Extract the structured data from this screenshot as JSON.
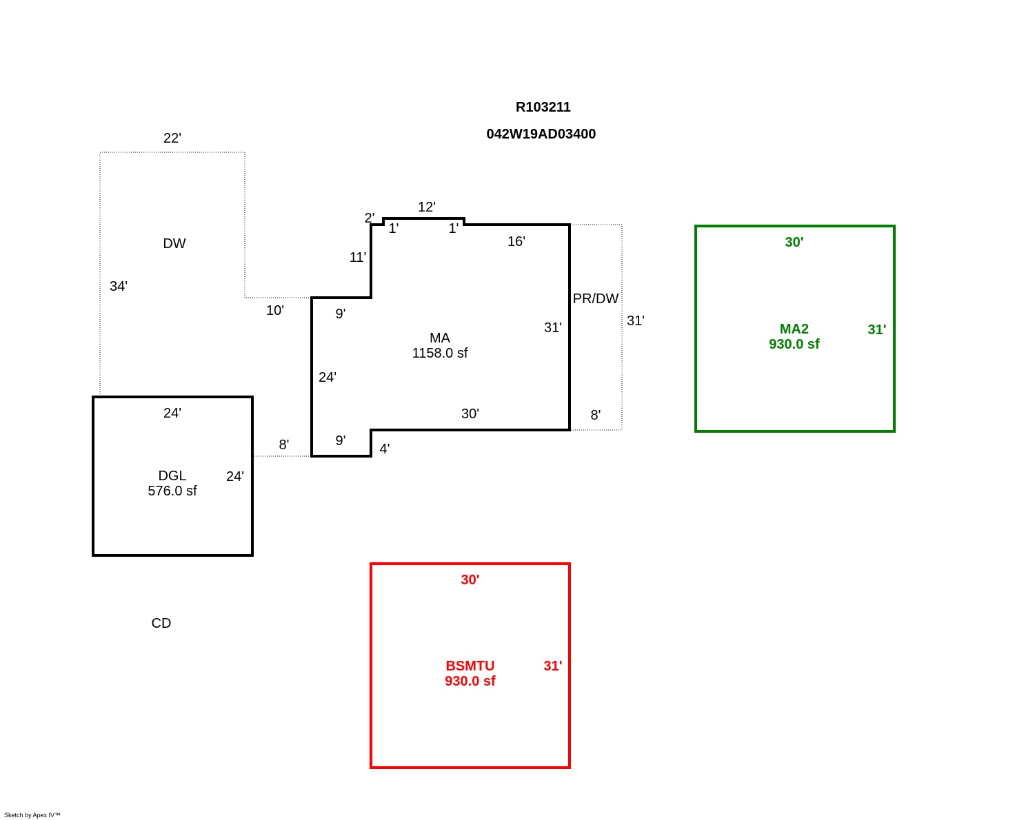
{
  "header": {
    "account": "R103211",
    "map_tax_lot": "042W19AD03400"
  },
  "footer": {
    "credit": "Sketch by Apex IV™"
  },
  "colors": {
    "outline": "#000000",
    "ma2": "#008000",
    "bsmtu": "#ff0000"
  },
  "areas": {
    "dw": {
      "label": "DW",
      "dims": {
        "top": "22'",
        "left": "34'",
        "bottom": "10'"
      }
    },
    "ma": {
      "label": "MA",
      "area": "1158.0 sf",
      "dims": {
        "notch_left": "2'",
        "notch_top": "12'",
        "notch_in_left": "1'",
        "notch_in_right": "1'",
        "top_right": "16'",
        "upper_left": "11'",
        "step_top": "9'",
        "left": "24'",
        "step_bottom": "9'",
        "bottom_left": "4'",
        "bottom": "30'",
        "right": "31'"
      }
    },
    "prdw": {
      "label": "PR/DW",
      "dims": {
        "right": "31'",
        "bottom": "8'"
      }
    },
    "dgl": {
      "label": "DGL",
      "area": "576.0 sf",
      "dims": {
        "top": "24'",
        "right": "24'",
        "connector": "8'"
      }
    },
    "ma2": {
      "label": "MA2",
      "area": "930.0 sf",
      "dims": {
        "top": "30'",
        "right": "31'"
      }
    },
    "bsmtu": {
      "label": "BSMTU",
      "area": "930.0 sf",
      "dims": {
        "top": "30'",
        "right": "31'"
      }
    },
    "cd": {
      "label": "CD"
    }
  }
}
